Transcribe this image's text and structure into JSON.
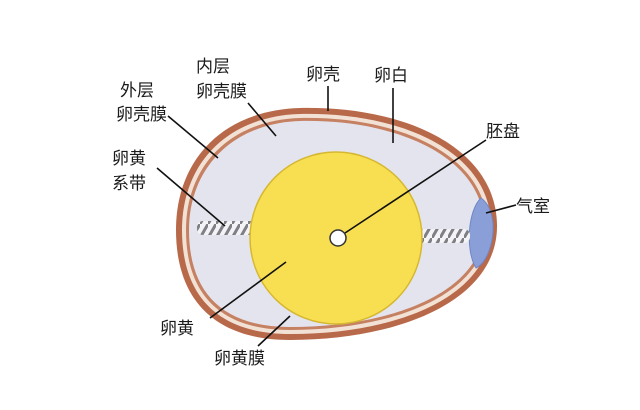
{
  "diagram": {
    "labels": {
      "outer_membrane_1": "外层",
      "outer_membrane_2": "卵壳膜",
      "inner_membrane_1": "内层",
      "inner_membrane_2": "卵壳膜",
      "shell": "卵壳",
      "albumen": "卵白",
      "germinal_disc": "胚盘",
      "chalaza_1": "卵黄",
      "chalaza_2": "系带",
      "air_cell": "气室",
      "yolk": "卵黄",
      "yolk_membrane": "卵黄膜"
    },
    "colors": {
      "shell": "#b8694a",
      "membrane_gap": "#f2e2d6",
      "albumen": "#e4e4ee",
      "yolk": "#f8df52",
      "yolk_edge": "#d6b830",
      "air_cell": "#8a9fd8",
      "germinal_disc": "#ffffff",
      "chalaza": "#8a8a90"
    }
  }
}
